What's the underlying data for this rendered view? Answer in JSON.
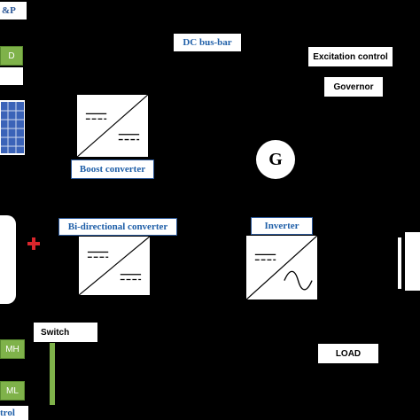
{
  "labels": {
    "top_left_partial": "&P",
    "pv_partial": "D",
    "dc_busbar": "DC bus-bar",
    "excitation_control": "Excitation control",
    "governor": "Governor",
    "boost_converter": "Boost converter",
    "generator": "G",
    "bidirectional_converter": "Bi-directional converter",
    "inverter": "Inverter",
    "switch": "Switch",
    "load": "LOAD",
    "bottom_mh_partial": "MH",
    "bottom_ml_partial": "ML",
    "bottom_control_partial": "trol"
  },
  "colors": {
    "background": "#000000",
    "blue_text": "#1f5fa8",
    "green_box": "#7fb24a",
    "plus_red": "#d9262c",
    "solar_blue": "#3b63b8"
  }
}
